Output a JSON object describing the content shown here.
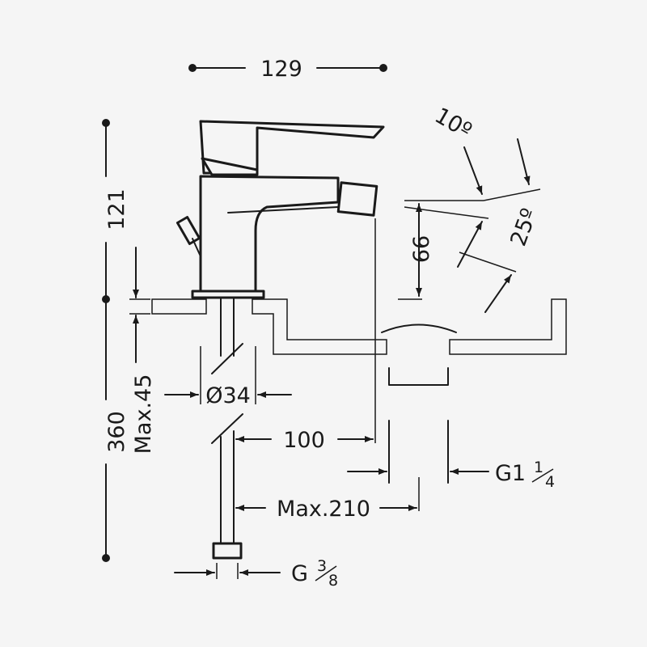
{
  "dimensions": {
    "width_top": "129",
    "height_upper": "121",
    "height_total": "360",
    "deck_thickness": "Max.45",
    "body_diameter": "Ø34",
    "spout_reach": "100",
    "waste_reach": "Max.210",
    "spout_height": "66",
    "angle_spout": "10º",
    "angle_jet": "25º",
    "waste_thread": "G1",
    "waste_thread_frac_num": "1",
    "waste_thread_frac_den": "4",
    "supply_thread": "G",
    "supply_thread_frac_num": "3",
    "supply_thread_frac_den": "8"
  },
  "colors": {
    "line": "#1a1a1a",
    "background": "#f5f5f5"
  }
}
